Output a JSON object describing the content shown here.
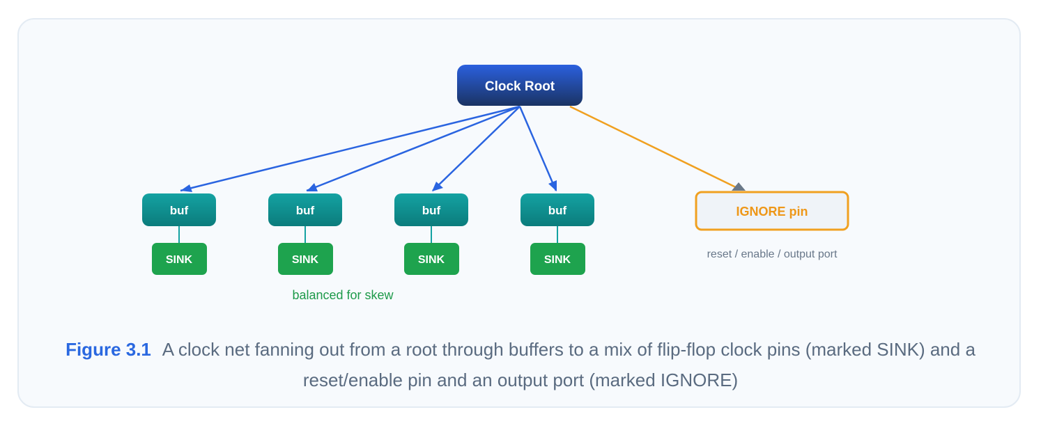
{
  "diagram": {
    "root": {
      "label": "Clock Root"
    },
    "buffers": [
      {
        "label": "buf",
        "sink": "SINK"
      },
      {
        "label": "buf",
        "sink": "SINK"
      },
      {
        "label": "buf",
        "sink": "SINK"
      },
      {
        "label": "buf",
        "sink": "SINK"
      }
    ],
    "ignore": {
      "label": "IGNORE pin",
      "note": "reset / enable / output port"
    },
    "balanced_note": "balanced for skew"
  },
  "caption": {
    "label": "Figure 3.1",
    "text": "A clock net fanning out from a root through buffers to a mix of flip-flop clock pins (marked SINK) and a reset/enable pin and an output port (marked IGNORE)"
  },
  "colors": {
    "root_top": "#2b5fdc",
    "root_bottom": "#1b3566",
    "buffer": "#0f8f8f",
    "sink": "#1ea34e",
    "ignore_border": "#f0a020",
    "edge_blue": "#2a64e0",
    "edge_orange": "#f0a020"
  }
}
